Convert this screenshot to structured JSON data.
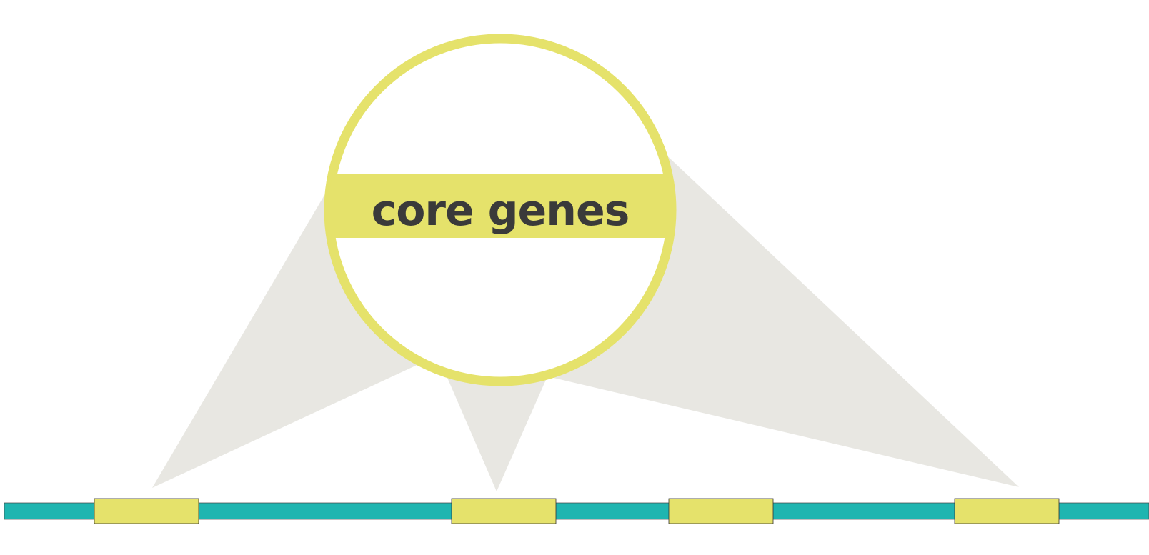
{
  "label": "core genes",
  "colors": {
    "background": "#ffffff",
    "genome_bar": "#1fb5b0",
    "gene_block": "#e5e26b",
    "circle_ring": "#e5e26b",
    "label_band": "#e5e26b",
    "label_text": "#3a3a3a",
    "callout": "#e8e7e2"
  },
  "gene_blocks": [
    {
      "id": "gene-1"
    },
    {
      "id": "gene-2"
    },
    {
      "id": "gene-3"
    },
    {
      "id": "gene-4"
    }
  ]
}
